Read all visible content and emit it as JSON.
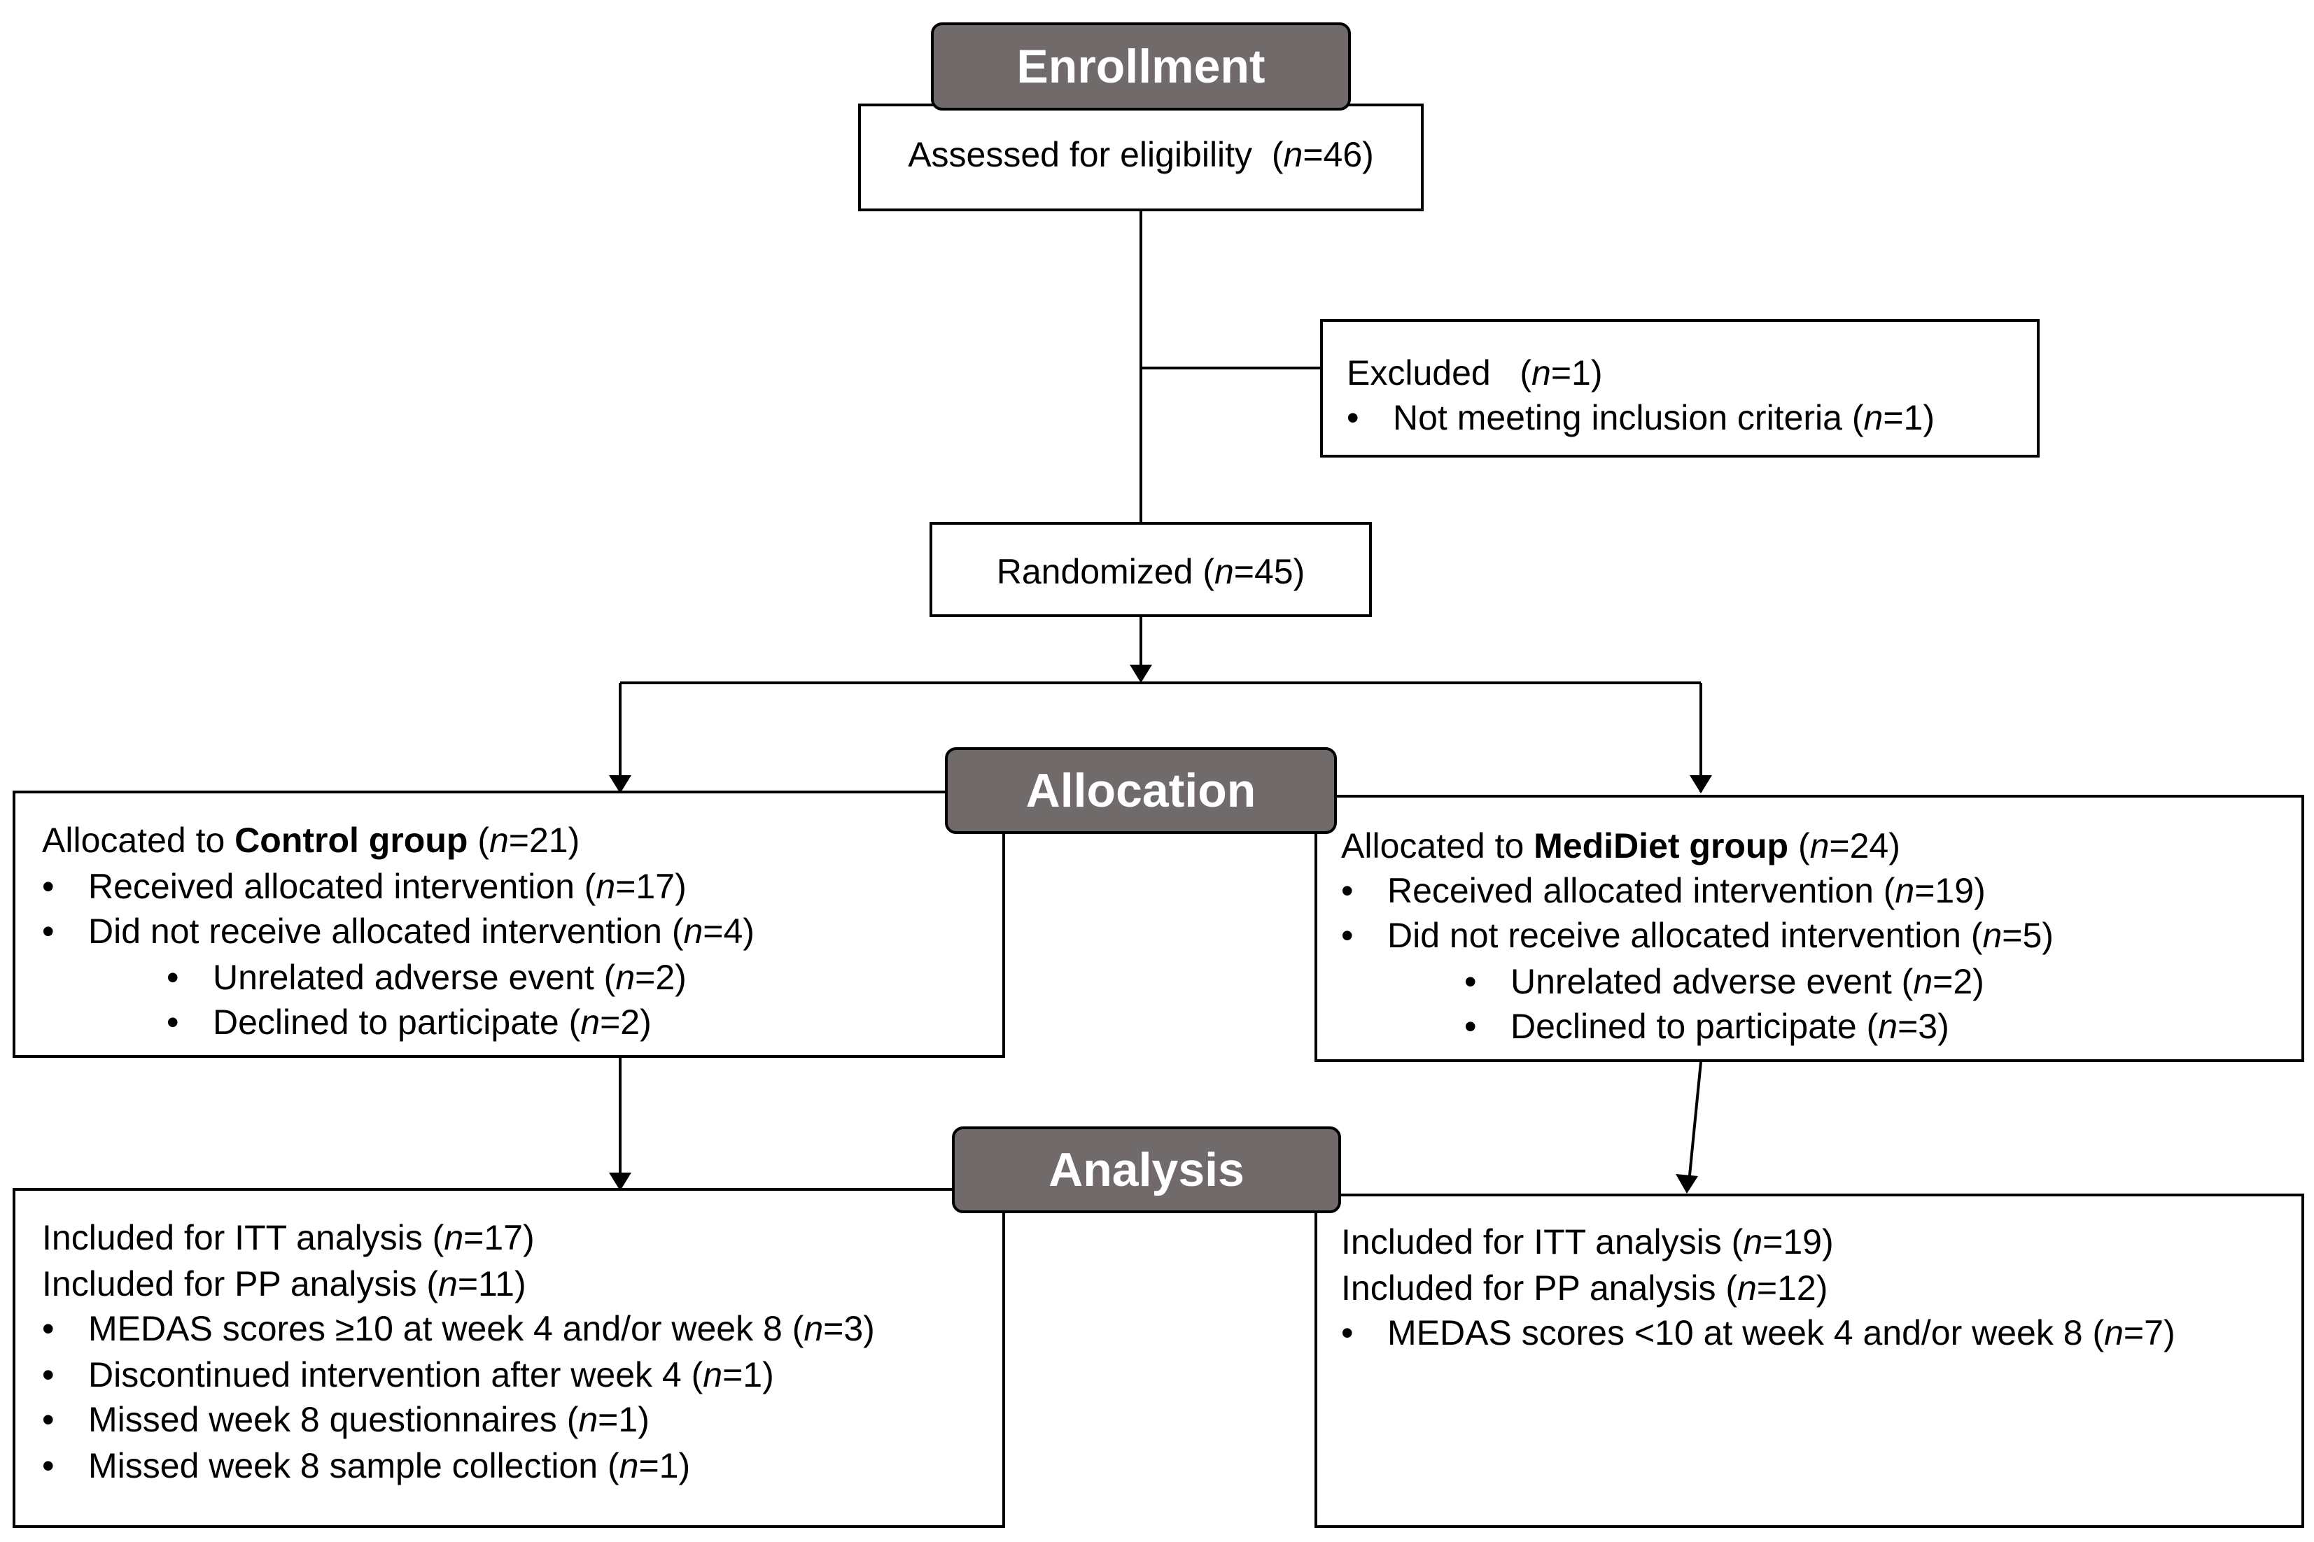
{
  "stages": {
    "enrollment": "Enrollment",
    "allocation": "Allocation",
    "analysis": "Analysis"
  },
  "assessed": {
    "label": "Assessed for eligibility",
    "n_label": "n",
    "n_value": "=46"
  },
  "excluded": {
    "label": "Excluded",
    "n_label": "n",
    "n_value": "=1",
    "bullet": "•",
    "item_label": "Not meeting inclusion criteria",
    "item_n_label": "n",
    "item_n_value": "=1"
  },
  "randomized": {
    "label": "Randomized",
    "n_label": "n",
    "n_value": "=45"
  },
  "control_allocation": {
    "prefix": "Allocated to ",
    "group": "Control group",
    "n_label": "n",
    "n_value": "=21",
    "items": [
      {
        "bullet": "•",
        "text": "Received allocated intervention",
        "n_label": "n",
        "n_value": "=17"
      },
      {
        "bullet": "•",
        "text": "Did not receive allocated intervention",
        "n_label": "n",
        "n_value": "=4"
      },
      {
        "bullet": "•",
        "text": "Unrelated adverse event",
        "n_label": "n",
        "n_value": "=2"
      },
      {
        "bullet": "•",
        "text": "Declined to participate",
        "n_label": "n",
        "n_value": "=2"
      }
    ]
  },
  "medidiet_allocation": {
    "prefix": "Allocated to ",
    "group": "MediDiet group",
    "n_label": "n",
    "n_value": "=24",
    "items": [
      {
        "bullet": "•",
        "text": "Received allocated intervention",
        "n_label": "n",
        "n_value": "=19"
      },
      {
        "bullet": "•",
        "text": "Did not receive allocated intervention",
        "n_label": "n",
        "n_value": "=5"
      },
      {
        "bullet": "•",
        "text": "Unrelated adverse event",
        "n_label": "n",
        "n_value": "=2"
      },
      {
        "bullet": "•",
        "text": "Declined to participate",
        "n_label": "n",
        "n_value": "=3"
      }
    ]
  },
  "control_analysis": {
    "itt": {
      "text": "Included for ITT analysis",
      "n_label": "n",
      "n_value": "=17"
    },
    "pp": {
      "text": "Included for PP analysis",
      "n_label": "n",
      "n_value": "=11"
    },
    "items": [
      {
        "bullet": "•",
        "text": "MEDAS scores ≥10 at week 4 and/or week 8",
        "n_label": "n",
        "n_value": "=3"
      },
      {
        "bullet": "•",
        "text": "Discontinued intervention after week 4",
        "n_label": "n",
        "n_value": "=1"
      },
      {
        "bullet": "•",
        "text": "Missed week 8 questionnaires",
        "n_label": "n",
        "n_value": "=1"
      },
      {
        "bullet": "•",
        "text": "Missed week 8 sample collection",
        "n_label": "n",
        "n_value": "=1"
      }
    ]
  },
  "medidiet_analysis": {
    "itt": {
      "text": "Included for ITT analysis",
      "n_label": "n",
      "n_value": "=19"
    },
    "pp": {
      "text": "Included for PP analysis",
      "n_label": "n",
      "n_value": "=12"
    },
    "items": [
      {
        "bullet": "•",
        "text": "MEDAS scores <10 at week 4 and/or week 8",
        "n_label": "n",
        "n_value": "=7"
      }
    ]
  }
}
